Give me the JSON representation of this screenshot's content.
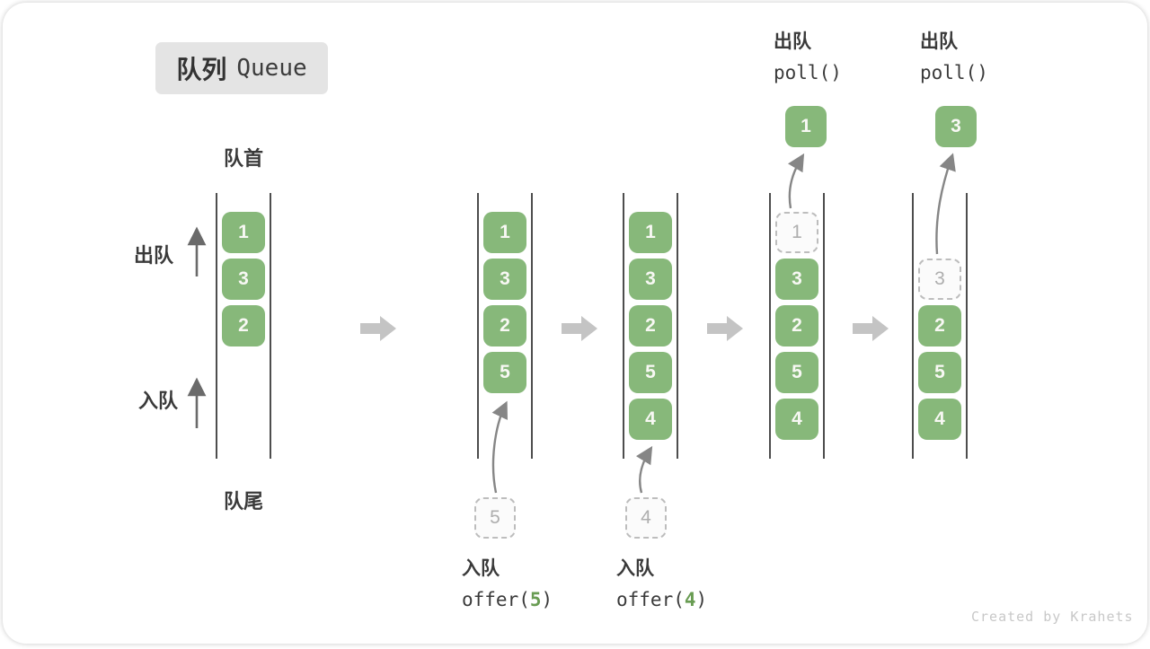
{
  "header": {
    "title_zh": "队列",
    "title_en": "Queue"
  },
  "labels": {
    "front": "队首",
    "rear": "队尾",
    "dequeue": "出队",
    "enqueue": "入队"
  },
  "queues": [
    {
      "name": "initial",
      "boxes": [
        "1",
        "3",
        "2"
      ]
    },
    {
      "name": "after-offer-5",
      "boxes": [
        "1",
        "3",
        "2",
        "5"
      ]
    },
    {
      "name": "after-offer-4",
      "boxes": [
        "1",
        "3",
        "2",
        "5",
        "4"
      ]
    },
    {
      "name": "after-poll-1",
      "ghost": "1",
      "boxes": [
        "3",
        "2",
        "5",
        "4"
      ]
    },
    {
      "name": "after-poll-3",
      "ghost": "3",
      "boxes": [
        "2",
        "5",
        "4"
      ]
    }
  ],
  "operations": {
    "offer_5": {
      "label": "入队",
      "code_prefix": "offer(",
      "arg": "5",
      "code_suffix": ")",
      "staged_value": "5"
    },
    "offer_4": {
      "label": "入队",
      "code_prefix": "offer(",
      "arg": "4",
      "code_suffix": ")",
      "staged_value": "4"
    },
    "poll_1": {
      "label": "出队",
      "code": "poll()",
      "removed_value": "1"
    },
    "poll_3": {
      "label": "出队",
      "code": "poll()",
      "removed_value": "3"
    }
  },
  "footer": {
    "watermark": "Created by Krahets"
  },
  "colors": {
    "box_green": "#87b87a",
    "accent_green": "#699c53",
    "block_arrow_gray": "#c4c4c4",
    "flow_arrow_gray": "#868686",
    "wall_gray": "#4d4d4d",
    "ghost_border": "#bdbdbd",
    "ghost_text": "#aeaeae",
    "text_dark": "#3a3a3a",
    "title_bg": "#e4e4e4",
    "watermark_gray": "#c8c8c8"
  }
}
